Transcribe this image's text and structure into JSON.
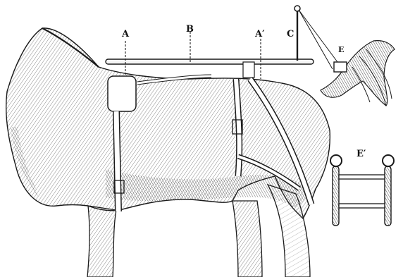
{
  "labels": {
    "a": "A",
    "b": "B",
    "a_prime": "A′",
    "c": "C",
    "e": "E",
    "e_prime": "E′"
  },
  "colors": {
    "ink": "#1a1a1a",
    "paper": "#ffffff"
  }
}
